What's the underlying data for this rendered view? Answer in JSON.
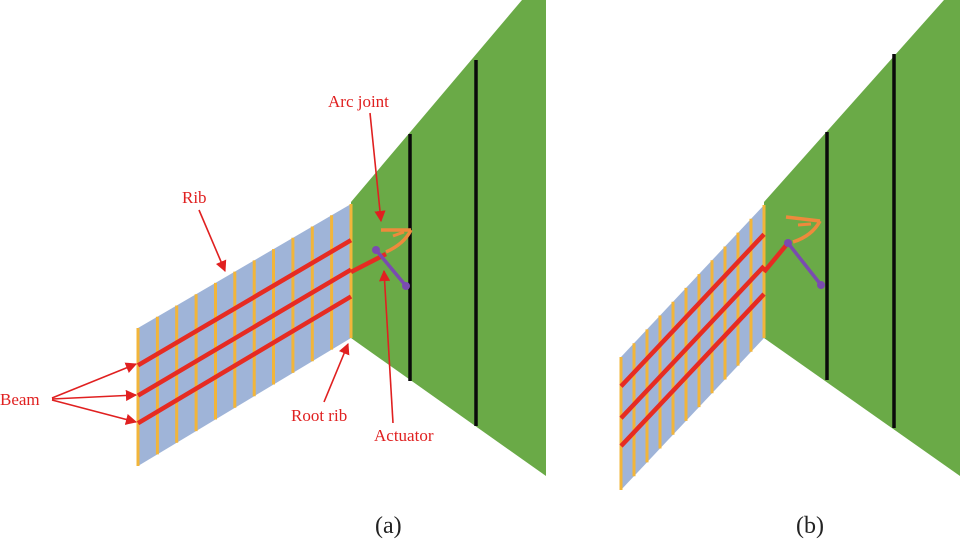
{
  "colors": {
    "wing_body": "#6aaa47",
    "panel": "#9fb4d8",
    "rib_line": "#f2b53a",
    "beam_line": "#e62b22",
    "spar_line": "#0a0a0a",
    "arc_joint": "#ee8a3c",
    "actuator": "#7a4bb0",
    "annotation": "#e02020",
    "caption": "#222222"
  },
  "labels": {
    "rib": "Rib",
    "arc_joint": "Arc joint",
    "beam": "Beam",
    "root_rib": "Root rib",
    "actuator": "Actuator"
  },
  "captions": {
    "a": "(a)",
    "b": "(b)"
  }
}
